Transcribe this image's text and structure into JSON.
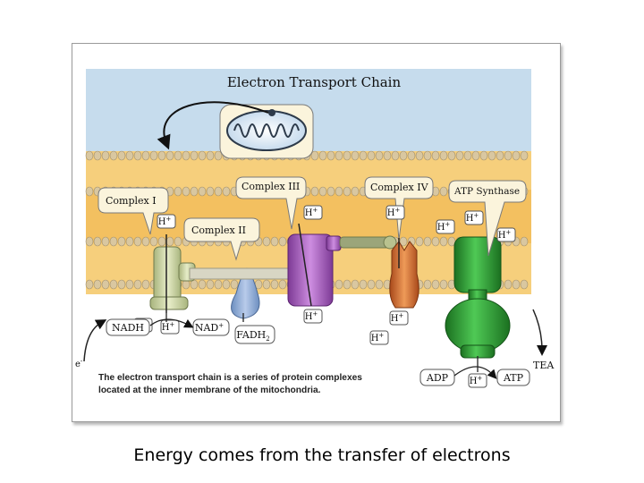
{
  "diagram": {
    "title": "Electron Transport Chain",
    "labels": {
      "complex_1": "Complex I",
      "complex_2": "Complex II",
      "complex_3": "Complex III",
      "complex_4": "Complex IV",
      "atp_synthase": "ATP Synthase"
    },
    "ions": {
      "h_plus": "H",
      "charge": "+"
    },
    "molecules": {
      "nadh": "NADH",
      "nad": "NAD",
      "nad_charge": "+",
      "fadh": "FADH",
      "fadh_sub": "2",
      "adp": "ADP",
      "atp": "ATP",
      "electron": "e",
      "electron_charge": "-",
      "tea": "TEA"
    },
    "description_line1": "The electron transport chain is a series of protein complexes",
    "description_line2": "located at the inner membrane of the mitochondria.",
    "colors": {
      "sky": "#c6dced",
      "membrane_band": "#f6cf7c",
      "complex_1": "#cfd7a7",
      "complex_2": "#8aa9d3",
      "complex_3": "#a55cc0",
      "complex_4": "#d46a28",
      "atp_synthase": "#2e9a34"
    }
  },
  "caption": "Energy comes from the transfer of electrons"
}
